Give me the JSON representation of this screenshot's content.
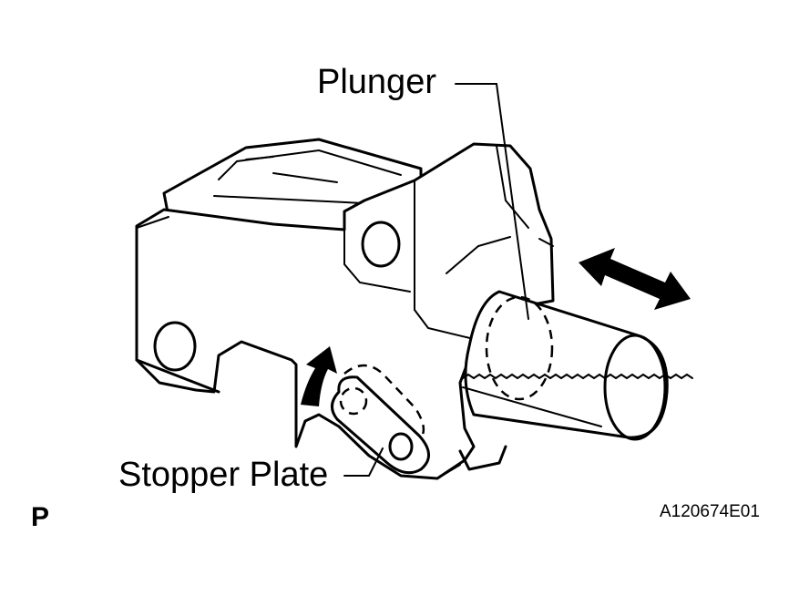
{
  "labels": {
    "plunger": "Plunger",
    "stopper_plate": "Stopper Plate",
    "view_marker": "P",
    "figure_code": "A120674E01"
  },
  "icons": {
    "motion_arrow": "double-headed-arrow-icon",
    "push_arrow": "curved-up-arrow-icon"
  },
  "colors": {
    "line": "#000000",
    "background": "#ffffff"
  }
}
